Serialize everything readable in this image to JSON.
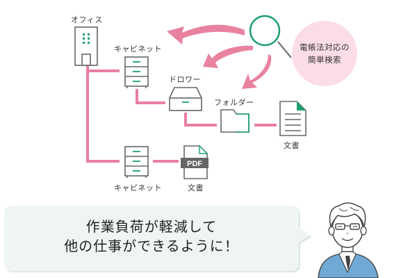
{
  "diagram": {
    "nodes": {
      "office": {
        "label": "オフィス"
      },
      "cabinet_top": {
        "label": "キャビネット"
      },
      "drawer": {
        "label": "ドロワー"
      },
      "folder": {
        "label": "フォルダー"
      },
      "document_top": {
        "label": "文書"
      },
      "cabinet_bottom": {
        "label": "キャビネット"
      },
      "document_bottom": {
        "label": "文書",
        "badge": "PDF"
      }
    },
    "search": {
      "icon": "magnifier-icon",
      "caption_line1": "電帳法対応の",
      "caption_line2": "簡単検索"
    }
  },
  "callout": {
    "line1": "作業負荷が軽減して",
    "line2": "他の仕事ができるように！"
  },
  "colors": {
    "connector_pink": "#e97fa0",
    "arrow_pink": "#e9829f",
    "accent_green": "#1aa06b",
    "outline_gray": "#666666",
    "circle_pink": "#fbdde6",
    "bubble_bg": "#eef5f4",
    "vest_blue": "#6fa9d4"
  }
}
